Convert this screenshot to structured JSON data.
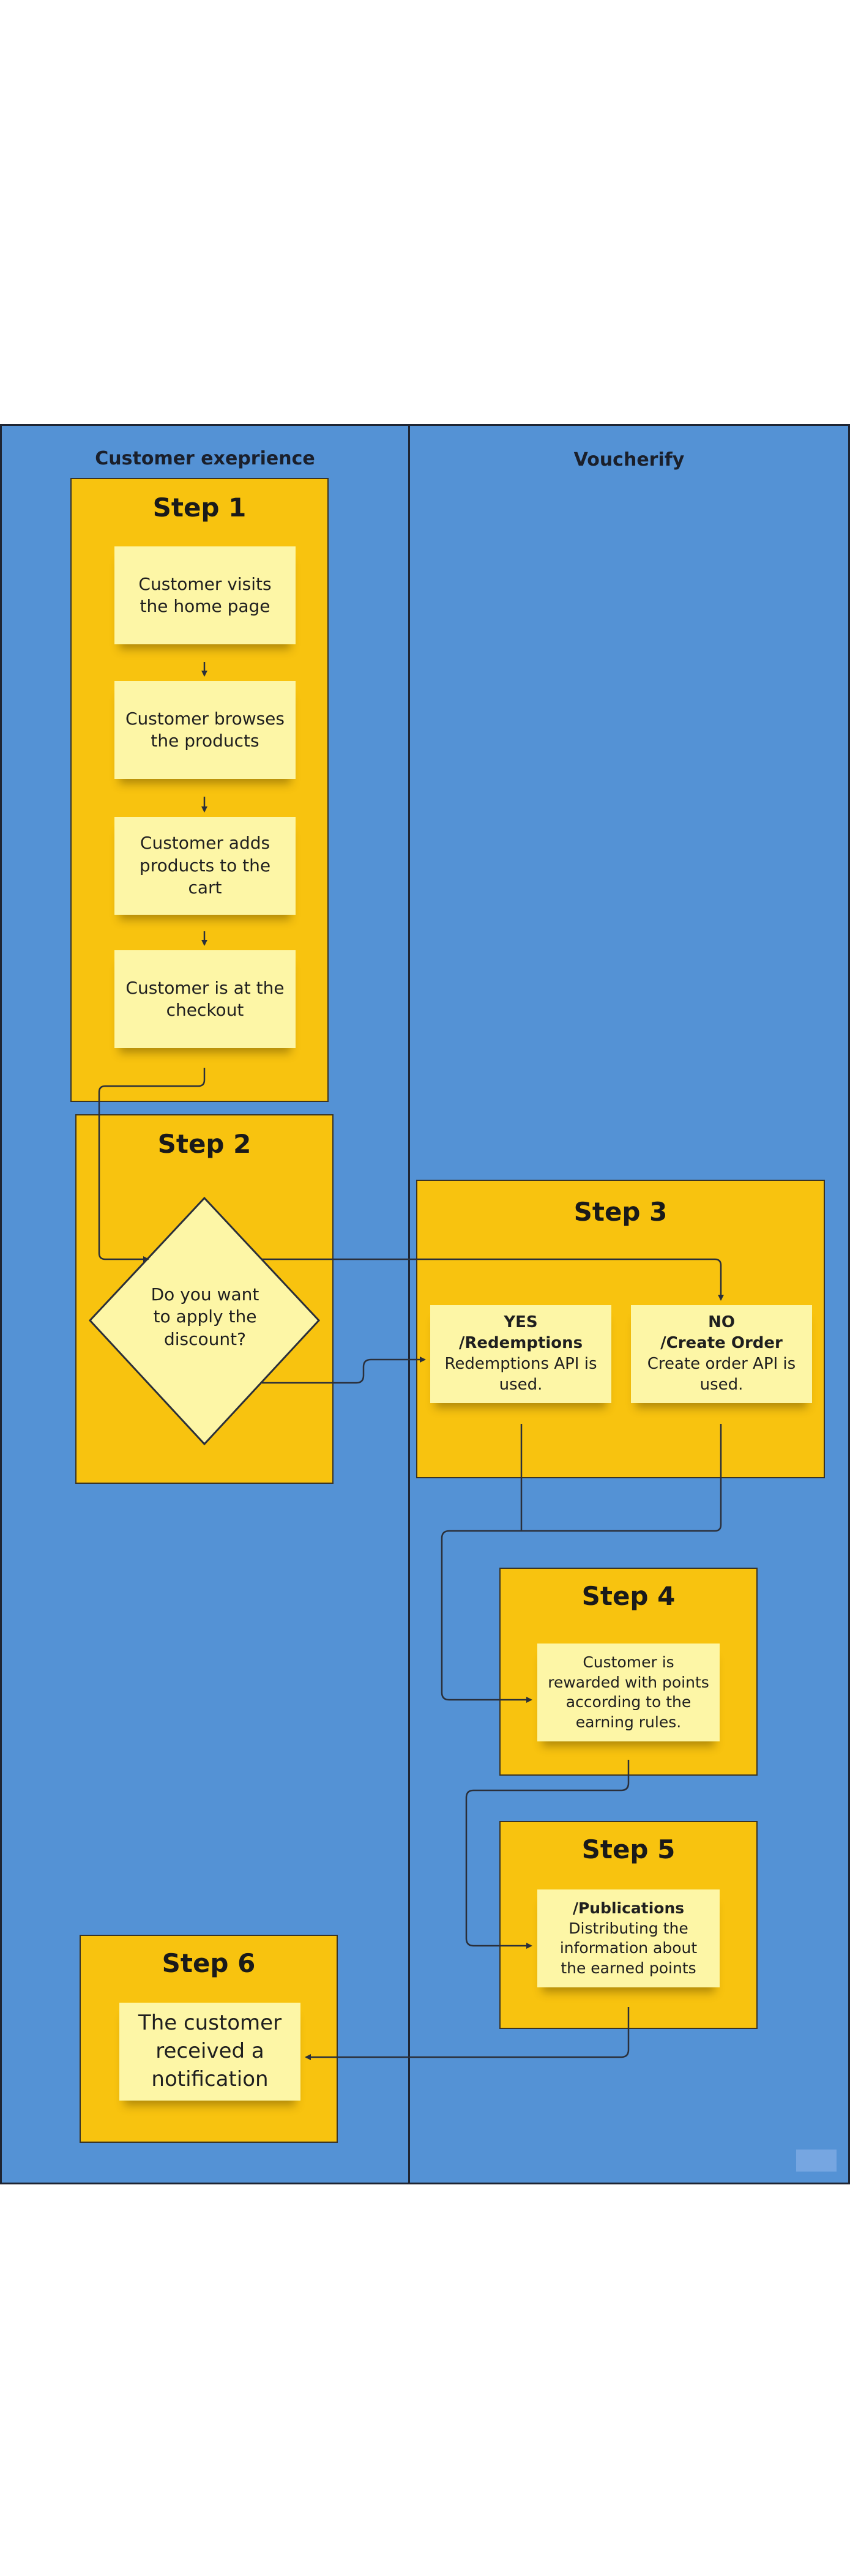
{
  "lanes": {
    "left_title": "Customer exeprience",
    "right_title": "Voucherify"
  },
  "step1": {
    "title": "Step 1",
    "notes": [
      "Customer visits the home page",
      "Customer browses the products",
      "Customer adds products to the cart",
      "Customer is at the checkout"
    ]
  },
  "step2": {
    "title": "Step 2",
    "decision": "Do you want to apply the discount?"
  },
  "step3": {
    "title": "Step 3",
    "yes": {
      "head": "YES",
      "endpoint": "/Redemptions",
      "body": "Redemptions API is used."
    },
    "no": {
      "head": "NO",
      "endpoint": "/Create Order",
      "body": "Create order API is used."
    }
  },
  "step4": {
    "title": "Step 4",
    "note": "Customer is rewarded with points according to the earning rules."
  },
  "step5": {
    "title": "Step 5",
    "endpoint": "/Publications",
    "body": "Distributing the information about the earned points"
  },
  "step6": {
    "title": "Step 6",
    "note": "The customer received a notification"
  },
  "colors": {
    "lane": "#5492d5",
    "step": "#f8c30f",
    "note": "#fdf6a6",
    "line": "#2a2f3a"
  }
}
